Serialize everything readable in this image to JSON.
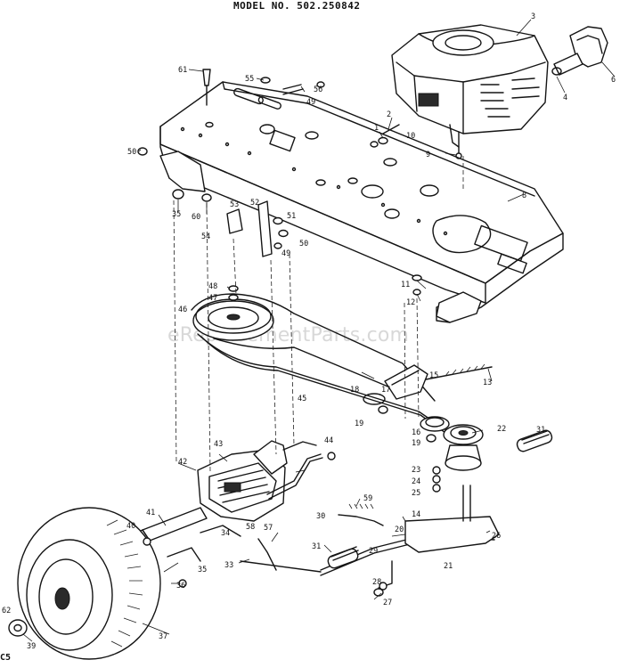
{
  "header": {
    "model": "MODEL NO. 502.250842"
  },
  "watermark": "eReplacementParts.com",
  "corner_text": "C5",
  "callouts": [
    {
      "id": "3",
      "text": "3"
    },
    {
      "id": "6",
      "text": "6"
    },
    {
      "id": "4",
      "text": "4"
    },
    {
      "id": "61",
      "text": "61"
    },
    {
      "id": "55",
      "text": "55"
    },
    {
      "id": "56",
      "text": "56"
    },
    {
      "id": "49a",
      "text": "49"
    },
    {
      "id": "2",
      "text": "2"
    },
    {
      "id": "1",
      "text": "1"
    },
    {
      "id": "10",
      "text": "10"
    },
    {
      "id": "9",
      "text": "9"
    },
    {
      "id": "8",
      "text": "8"
    },
    {
      "id": "50a",
      "text": "50"
    },
    {
      "id": "35a",
      "text": "35"
    },
    {
      "id": "60",
      "text": "60"
    },
    {
      "id": "53",
      "text": "53"
    },
    {
      "id": "52",
      "text": "52"
    },
    {
      "id": "54",
      "text": "54"
    },
    {
      "id": "51",
      "text": "51"
    },
    {
      "id": "50b",
      "text": "50"
    },
    {
      "id": "49b",
      "text": "49"
    },
    {
      "id": "11",
      "text": "11"
    },
    {
      "id": "12",
      "text": "12"
    },
    {
      "id": "48",
      "text": "48"
    },
    {
      "id": "47",
      "text": "47"
    },
    {
      "id": "46",
      "text": "46"
    },
    {
      "id": "15",
      "text": "15"
    },
    {
      "id": "13",
      "text": "13"
    },
    {
      "id": "18",
      "text": "18"
    },
    {
      "id": "17",
      "text": "17"
    },
    {
      "id": "45",
      "text": "45"
    },
    {
      "id": "19a",
      "text": "19"
    },
    {
      "id": "16",
      "text": "16"
    },
    {
      "id": "19b",
      "text": "19"
    },
    {
      "id": "22",
      "text": "22"
    },
    {
      "id": "31a",
      "text": "31"
    },
    {
      "id": "44",
      "text": "44"
    },
    {
      "id": "43",
      "text": "43"
    },
    {
      "id": "42",
      "text": "42"
    },
    {
      "id": "23",
      "text": "23"
    },
    {
      "id": "24",
      "text": "24"
    },
    {
      "id": "25",
      "text": "25"
    },
    {
      "id": "59",
      "text": "59"
    },
    {
      "id": "14",
      "text": "14"
    },
    {
      "id": "30",
      "text": "30"
    },
    {
      "id": "41",
      "text": "41"
    },
    {
      "id": "40",
      "text": "40"
    },
    {
      "id": "58",
      "text": "58"
    },
    {
      "id": "57",
      "text": "57"
    },
    {
      "id": "34",
      "text": "34"
    },
    {
      "id": "20",
      "text": "20"
    },
    {
      "id": "26",
      "text": "26"
    },
    {
      "id": "35b",
      "text": "35"
    },
    {
      "id": "29",
      "text": "29"
    },
    {
      "id": "31b",
      "text": "31"
    },
    {
      "id": "33",
      "text": "33"
    },
    {
      "id": "21",
      "text": "21"
    },
    {
      "id": "36",
      "text": "36"
    },
    {
      "id": "28",
      "text": "28"
    },
    {
      "id": "27",
      "text": "27"
    },
    {
      "id": "62",
      "text": "62"
    },
    {
      "id": "37",
      "text": "37"
    },
    {
      "id": "39",
      "text": "39"
    }
  ]
}
